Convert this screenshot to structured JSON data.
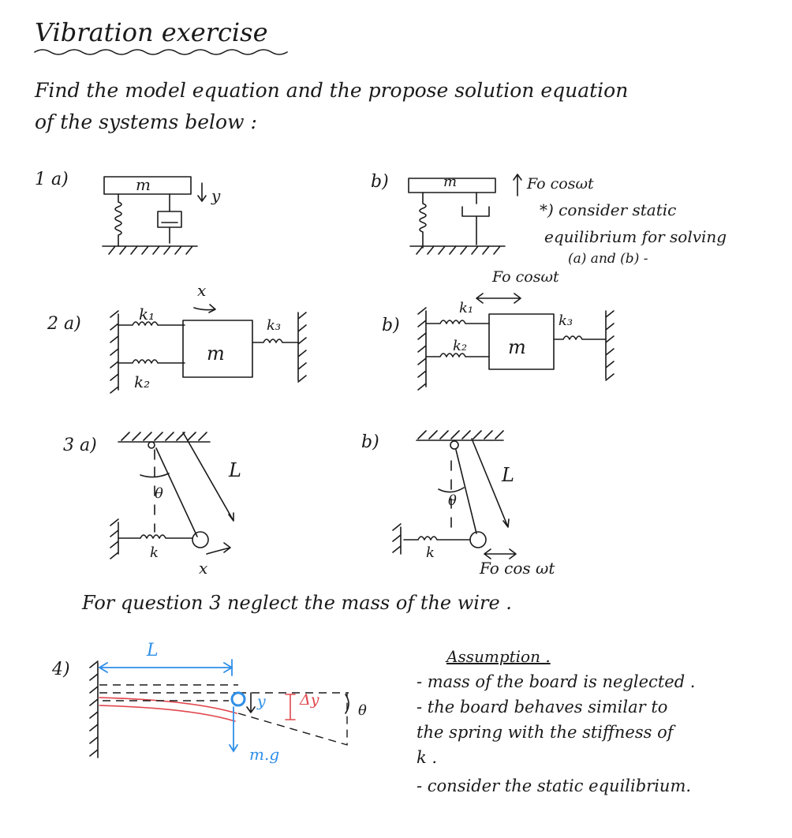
{
  "title": "Vibration exercise",
  "intro_line1": "Find the model equation and the propose solution equation",
  "intro_line2": "of the systems below :",
  "p1": {
    "label_a": "1  a)",
    "label_b": "b)",
    "mass": "m",
    "y": "y",
    "force": "Fo cosωt",
    "note1": "*) consider static",
    "note2": "equilibrium for solving",
    "note3": "(a) and (b) -"
  },
  "p2": {
    "label_a": "2  a)",
    "label_b": "b)",
    "mass": "m",
    "k1": "k₁",
    "k2": "k₂",
    "k3": "k₃",
    "x": "x",
    "force": "Fo cosωt"
  },
  "p3": {
    "label_a": "3  a)",
    "label_b": "b)",
    "L": "L",
    "theta": "θ",
    "k": "k",
    "x": "x",
    "force": "Fo cos ωt"
  },
  "note_q3": "For question 3 neglect the mass of the wire .",
  "p4": {
    "label": "4)",
    "L": "L",
    "y": "y",
    "dy": "Δy",
    "theta": "θ",
    "mg": "m.g"
  },
  "assumption": {
    "heading": "Assumption .",
    "lines": [
      "- mass of the board is neglected .",
      "- the board behaves similar to",
      "  the spring with the stiffness of",
      "  k .",
      "- consider the static equilibrium."
    ]
  },
  "colors": {
    "ink": "#1a1a1a",
    "blue": "#2f8fe8",
    "red": "#e0484e"
  }
}
